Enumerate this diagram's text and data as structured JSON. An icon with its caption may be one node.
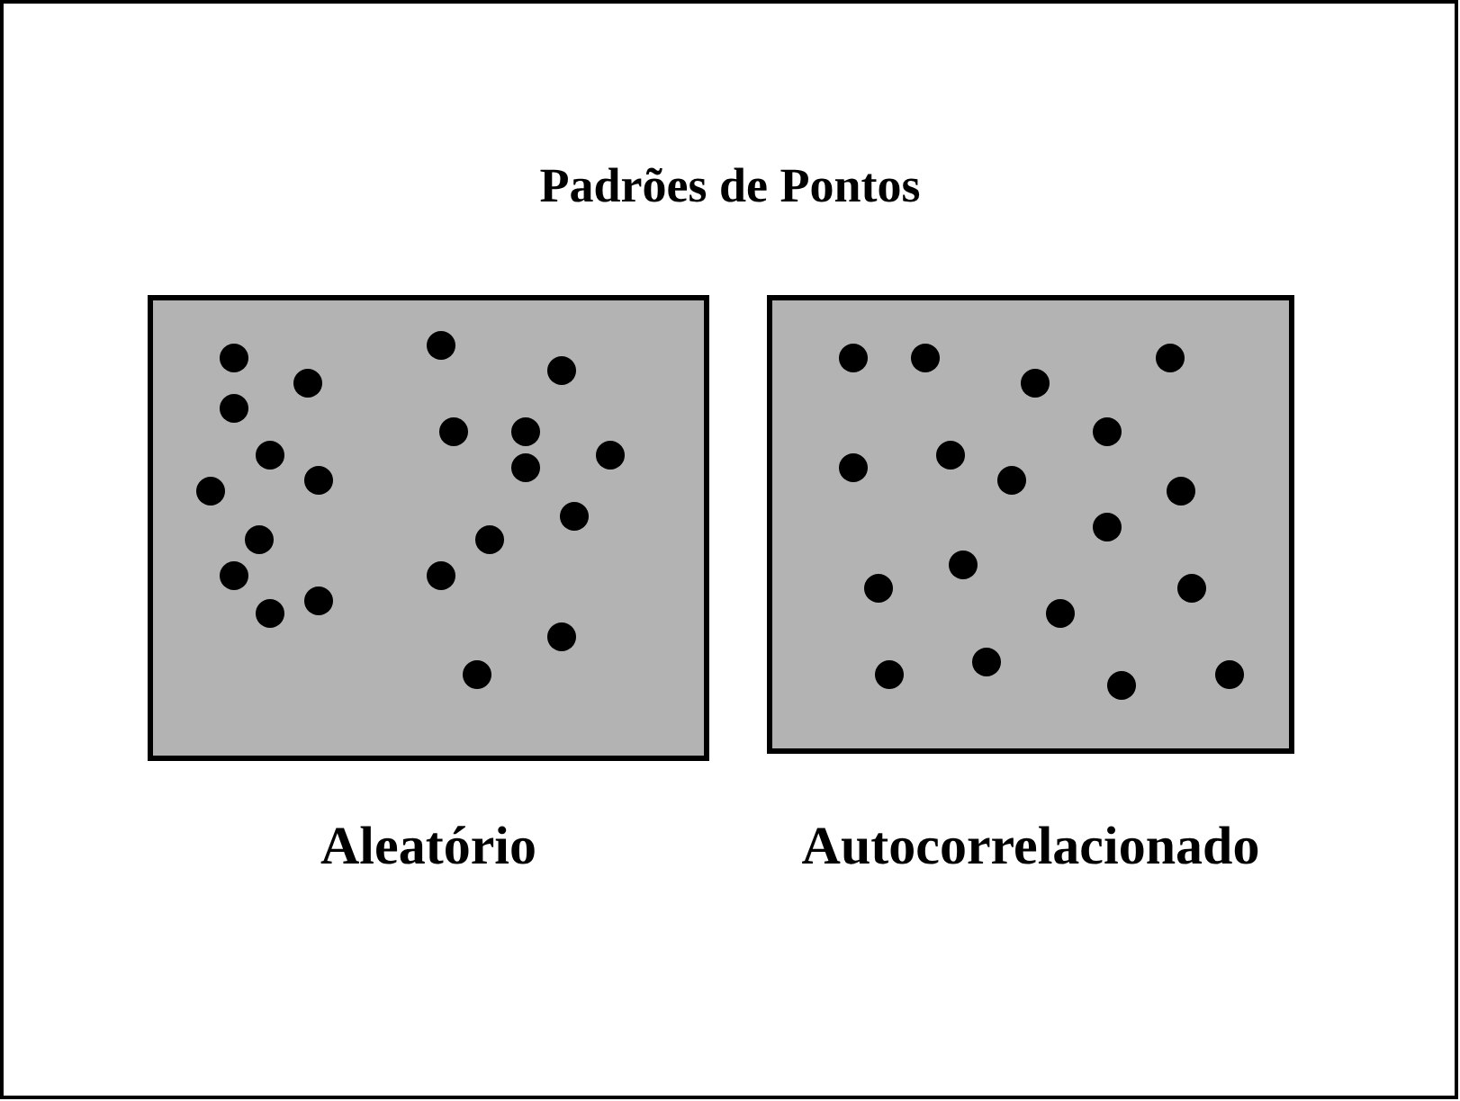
{
  "diagram": {
    "title": "Padrões de Pontos",
    "nodes": [
      {
        "text": [
          "Aleatório"
        ]
      },
      {
        "text": [
          "Autocorrelacionado"
        ]
      }
    ]
  }
}
